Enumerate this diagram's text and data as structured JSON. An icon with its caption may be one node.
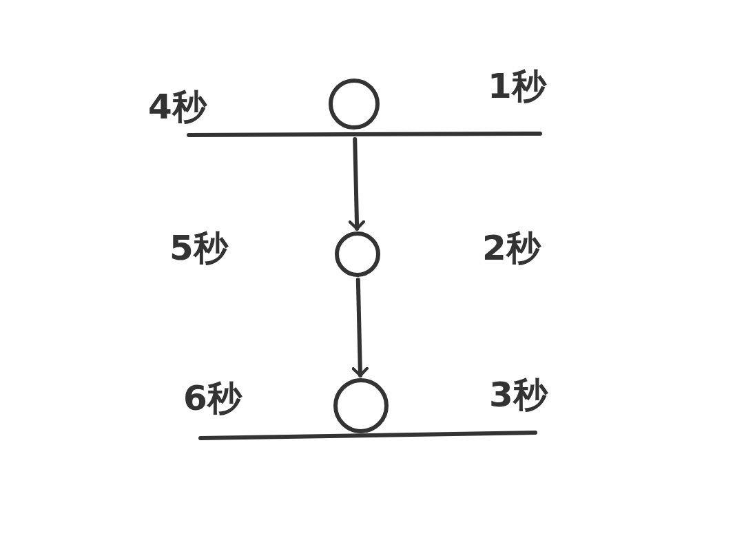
{
  "diagram": {
    "nodes": [
      {
        "text": [],
        "shape": "circle",
        "beside": [
          "4秒",
          "1秒"
        ]
      },
      {
        "text": [],
        "shape": "circle",
        "beside": [
          "5秒",
          "2秒"
        ]
      },
      {
        "text": [],
        "shape": "circle",
        "beside": [
          "6秒",
          "3秒"
        ]
      }
    ],
    "edges": [
      {
        "from": 0,
        "to": 1,
        "arrow": "to"
      },
      {
        "from": 1,
        "to": 2,
        "arrow": "to"
      }
    ]
  }
}
